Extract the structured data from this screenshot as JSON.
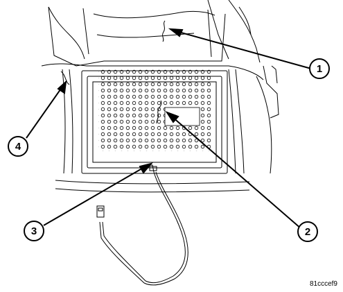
{
  "callouts": [
    {
      "id": "1",
      "label": "1"
    },
    {
      "id": "2",
      "label": "2"
    },
    {
      "id": "3",
      "label": "3"
    },
    {
      "id": "4",
      "label": "4"
    }
  ],
  "figure_id": "81cccef9",
  "colors": {
    "line": "#000000",
    "background": "#ffffff"
  }
}
